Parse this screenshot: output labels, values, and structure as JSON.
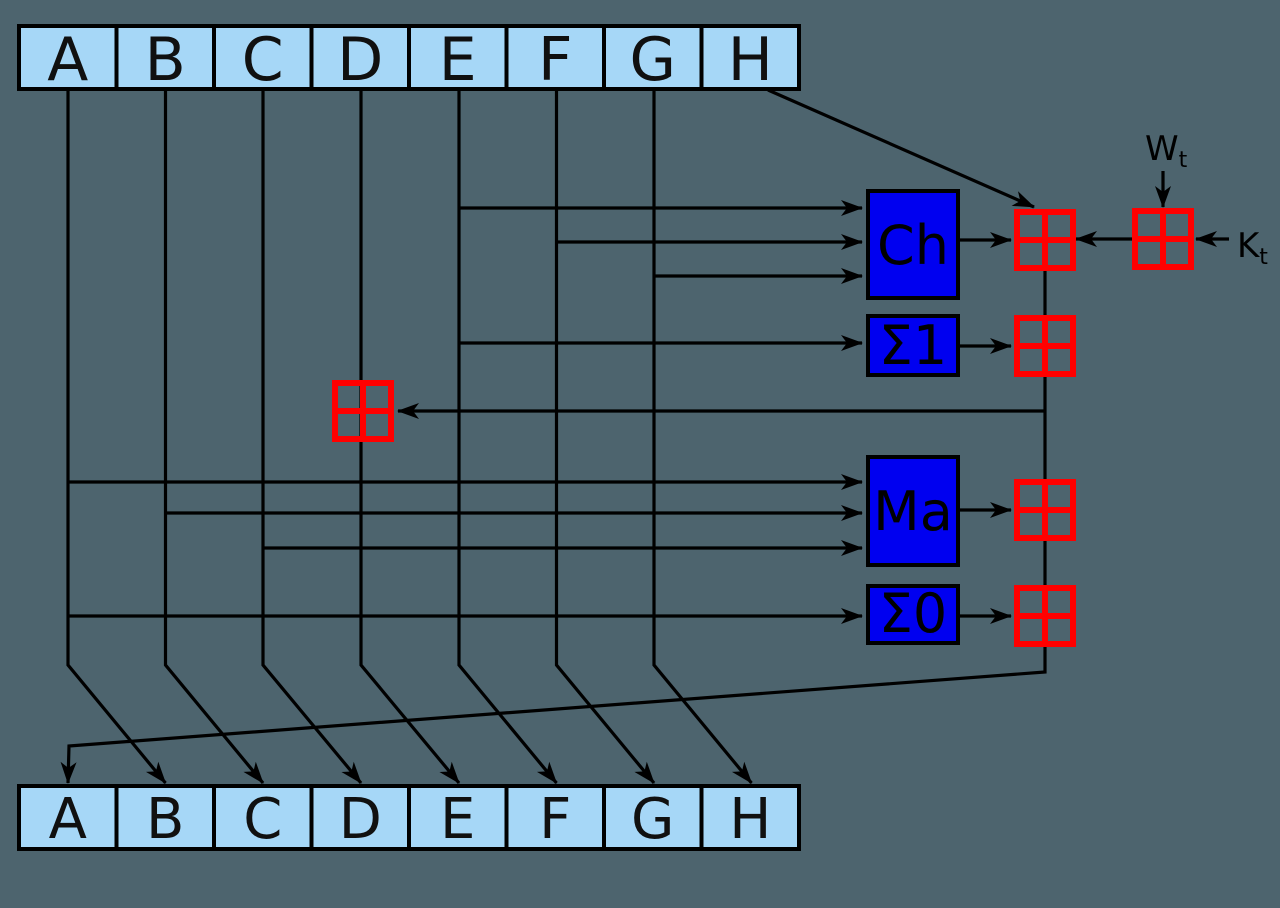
{
  "colors": {
    "bg": "#4d646e",
    "reg": "#a6d7f7",
    "blue": "#0000f0",
    "red": "#ff0000",
    "wire": "#000000"
  },
  "registers": {
    "top": [
      "A",
      "B",
      "C",
      "D",
      "E",
      "F",
      "G",
      "H"
    ],
    "bottom": [
      "A",
      "B",
      "C",
      "D",
      "E",
      "F",
      "G",
      "H"
    ]
  },
  "functions": {
    "ch": "Ch",
    "sigma1": "Σ1",
    "ma": "Ma",
    "sigma0": "Σ0"
  },
  "inputs": {
    "wt_base": "W",
    "wt_sub": "t",
    "kt_base": "K",
    "kt_sub": "t"
  }
}
